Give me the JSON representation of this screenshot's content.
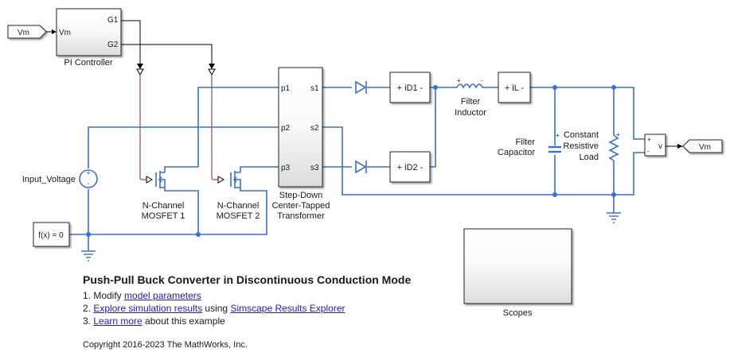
{
  "model": {
    "title": "Push-Pull Buck Converter in Discontinuous Conduction Mode",
    "steps": [
      {
        "prefix": "1. Modify ",
        "link": "model parameters",
        "suffix": ""
      },
      {
        "prefix": "2. ",
        "link": "Explore simulation results",
        "middle": " using ",
        "link2": "Simscape Results Explorer",
        "suffix": ""
      },
      {
        "prefix": "3. ",
        "link": "Learn more",
        "suffix": " about this example"
      }
    ],
    "copyright": "Copyright 2016-2023 The MathWorks, Inc."
  },
  "blocks": {
    "vm_from": "Vm",
    "pi_controller": {
      "name": "PI Controller",
      "in": "Vm",
      "out1": "G1",
      "out2": "G2"
    },
    "input_voltage": "Input_Voltage",
    "solver": "f(x) = 0",
    "mosfet1": [
      "N-Channel",
      "MOSFET 1"
    ],
    "mosfet2": [
      "N-Channel",
      "MOSFET 2"
    ],
    "transformer": {
      "name": [
        "Step-Down",
        "Center-Tapped",
        "Transformer"
      ],
      "p1": "p1",
      "p2": "p2",
      "p3": "p3",
      "s1": "s1",
      "s2": "s2",
      "s3": "s3"
    },
    "id1": "+ iD1  -",
    "id2": "+ iD2  -",
    "inductor": [
      "Filter",
      "Inductor"
    ],
    "il": "+  iL   -",
    "capacitor": [
      "Filter",
      "Capacitor"
    ],
    "load": [
      "Constant",
      "Resistive",
      "Load"
    ],
    "vsensor": {
      "plus": "+",
      "minus": "-",
      "out": "v"
    },
    "vm_goto": "Vm",
    "scopes": "Scopes"
  }
}
